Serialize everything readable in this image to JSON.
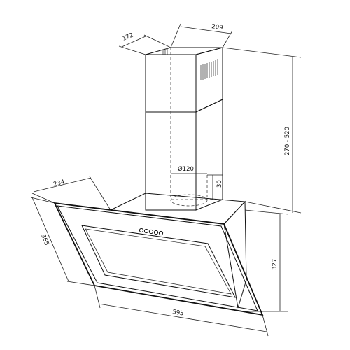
{
  "dimensions": {
    "chimney_depth": "172",
    "chimney_width": "209",
    "chimney_height": "270 - 520",
    "duct_diameter": "Ø120",
    "duct_offset": "30",
    "hood_depth": "234",
    "glass_height": "365",
    "body_height": "327",
    "hood_width": "595"
  }
}
